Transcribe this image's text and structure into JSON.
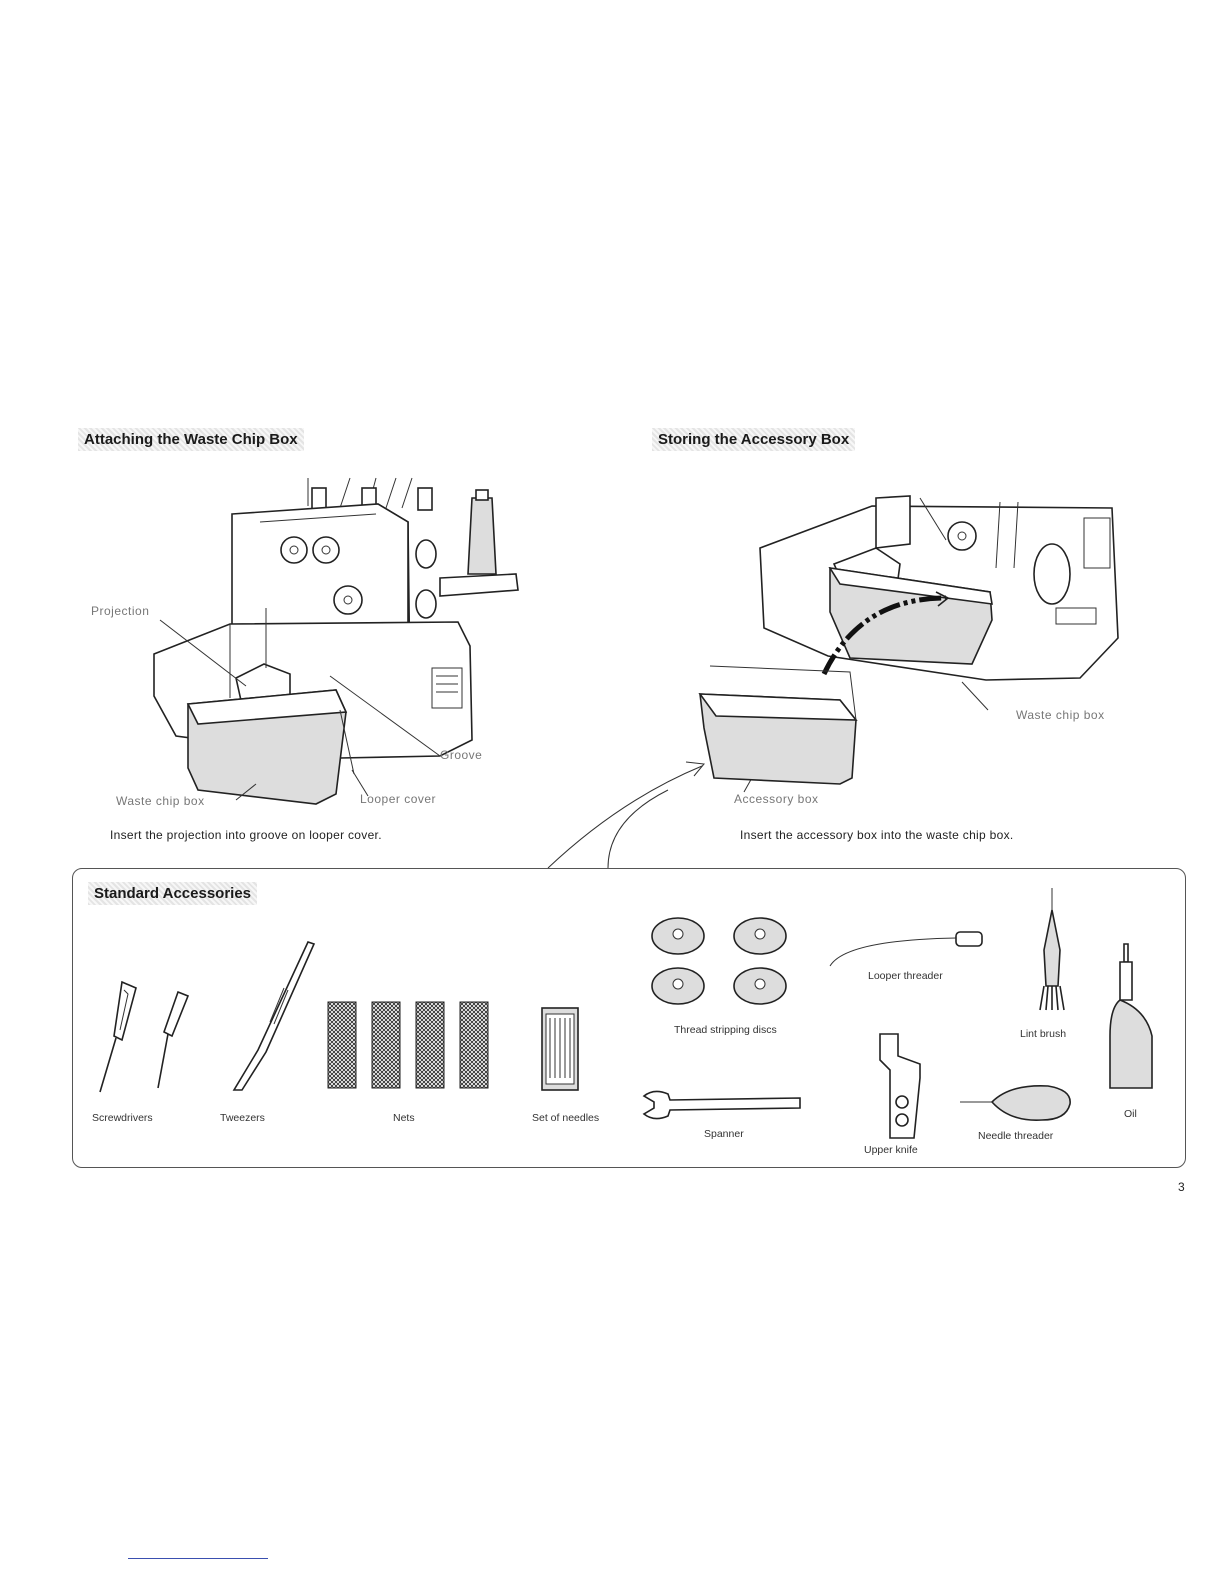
{
  "sections": {
    "waste_chip": {
      "heading": "Attaching the Waste Chip Box",
      "labels": {
        "projection": "Projection",
        "groove": "Groove",
        "waste_chip_box": "Waste chip box",
        "looper_cover": "Looper cover"
      },
      "caption": "Insert the projection into groove on looper cover."
    },
    "accessory_box": {
      "heading": "Storing the Accessory Box",
      "labels": {
        "waste_chip_box": "Waste chip box",
        "accessory_box": "Accessory box"
      },
      "caption": "Insert the accessory box into the waste chip box."
    },
    "standard_accessories": {
      "heading": "Standard Accessories",
      "items": {
        "screwdrivers": "Screwdrivers",
        "tweezers": "Tweezers",
        "nets": "Nets",
        "needles": "Set of needles",
        "discs": "Thread stripping discs",
        "spanner": "Spanner",
        "looper_threader": "Looper threader",
        "upper_knife": "Upper knife",
        "needle_threader": "Needle threader",
        "lint_brush": "Lint brush",
        "oil": "Oil"
      }
    }
  },
  "page_number": "3"
}
